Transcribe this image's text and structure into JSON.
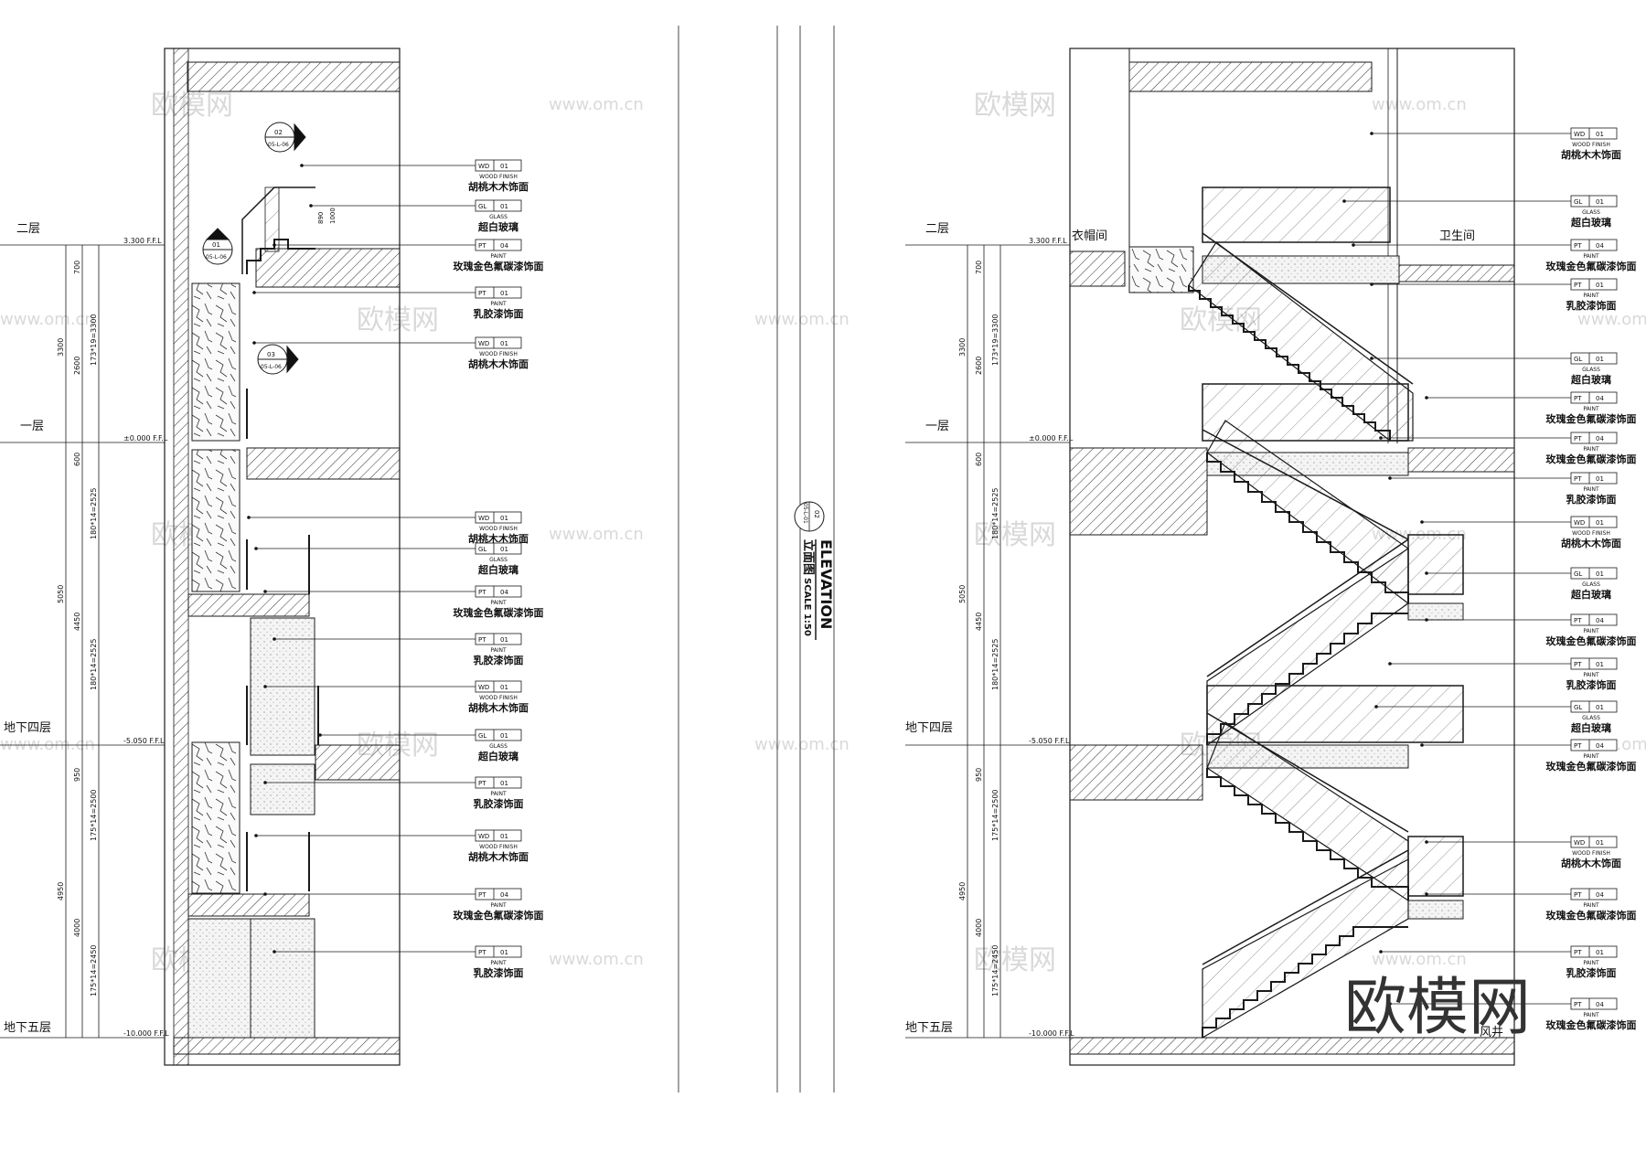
{
  "levels": [
    {
      "name": "二层",
      "elev": "3.300 F.F.L"
    },
    {
      "name": "一层",
      "elev": "±0.000 F.F.L"
    },
    {
      "name": "地下四层",
      "elev": "-5.050 F.F.L"
    },
    {
      "name": "地下五层",
      "elev": "-10.000 F.F.L"
    }
  ],
  "dimensions": {
    "outer": [
      "3300",
      "5050",
      "4950"
    ],
    "middle": [
      "700",
      "2600",
      "600",
      "4450",
      "950",
      "4000"
    ],
    "inner": [
      "173*19=3300",
      "180*14=2525",
      "180*14=2525",
      "175*14=2500",
      "175*14=2450"
    ]
  },
  "detail_markers": [
    {
      "num": "02",
      "ref": "05-L-06"
    },
    {
      "num": "01",
      "ref": "05-L-06"
    },
    {
      "num": "03",
      "ref": "05-L-06"
    }
  ],
  "handrail_dims": [
    "890",
    "1000"
  ],
  "rooms": {
    "cloakroom": "衣帽间",
    "bathroom": "卫生间",
    "shaft": "风井"
  },
  "left_callouts": [
    {
      "code": "WD",
      "num": "01",
      "en": "WOOD FINISH",
      "cn": "胡桃木木饰面"
    },
    {
      "code": "GL",
      "num": "01",
      "en": "GLASS",
      "cn": "超白玻璃"
    },
    {
      "code": "PT",
      "num": "04",
      "en": "PAINT",
      "cn": "玫瑰金色氟碳漆饰面"
    },
    {
      "code": "PT",
      "num": "01",
      "en": "PAINT",
      "cn": "乳胶漆饰面"
    },
    {
      "code": "WD",
      "num": "01",
      "en": "WOOD FINISH",
      "cn": "胡桃木木饰面"
    },
    {
      "code": "WD",
      "num": "01",
      "en": "WOOD FINISH",
      "cn": "胡桃木木饰面"
    },
    {
      "code": "GL",
      "num": "01",
      "en": "GLASS",
      "cn": "超白玻璃"
    },
    {
      "code": "PT",
      "num": "04",
      "en": "PAINT",
      "cn": "玫瑰金色氟碳漆饰面"
    },
    {
      "code": "PT",
      "num": "01",
      "en": "PAINT",
      "cn": "乳胶漆饰面"
    },
    {
      "code": "WD",
      "num": "01",
      "en": "WOOD FINISH",
      "cn": "胡桃木木饰面"
    },
    {
      "code": "GL",
      "num": "01",
      "en": "GLASS",
      "cn": "超白玻璃"
    },
    {
      "code": "PT",
      "num": "01",
      "en": "PAINT",
      "cn": "乳胶漆饰面"
    },
    {
      "code": "WD",
      "num": "01",
      "en": "WOOD FINISH",
      "cn": "胡桃木木饰面"
    },
    {
      "code": "PT",
      "num": "04",
      "en": "PAINT",
      "cn": "玫瑰金色氟碳漆饰面"
    },
    {
      "code": "PT",
      "num": "01",
      "en": "PAINT",
      "cn": "乳胶漆饰面"
    }
  ],
  "right_callouts": [
    {
      "code": "WD",
      "num": "01",
      "en": "WOOD FINISH",
      "cn": "胡桃木木饰面"
    },
    {
      "code": "GL",
      "num": "01",
      "en": "GLASS",
      "cn": "超白玻璃"
    },
    {
      "code": "PT",
      "num": "04",
      "en": "PAINT",
      "cn": "玫瑰金色氟碳漆饰面"
    },
    {
      "code": "PT",
      "num": "01",
      "en": "PAINT",
      "cn": "乳胶漆饰面"
    },
    {
      "code": "GL",
      "num": "01",
      "en": "GLASS",
      "cn": "超白玻璃"
    },
    {
      "code": "PT",
      "num": "04",
      "en": "PAINT",
      "cn": "玫瑰金色氟碳漆饰面"
    },
    {
      "code": "PT",
      "num": "04",
      "en": "PAINT",
      "cn": "玫瑰金色氟碳漆饰面"
    },
    {
      "code": "PT",
      "num": "01",
      "en": "PAINT",
      "cn": "乳胶漆饰面"
    },
    {
      "code": "WD",
      "num": "01",
      "en": "WOOD FINISH",
      "cn": "胡桃木木饰面"
    },
    {
      "code": "GL",
      "num": "01",
      "en": "GLASS",
      "cn": "超白玻璃"
    },
    {
      "code": "PT",
      "num": "04",
      "en": "PAINT",
      "cn": "玫瑰金色氟碳漆饰面"
    },
    {
      "code": "PT",
      "num": "01",
      "en": "PAINT",
      "cn": "乳胶漆饰面"
    },
    {
      "code": "GL",
      "num": "01",
      "en": "GLASS",
      "cn": "超白玻璃"
    },
    {
      "code": "PT",
      "num": "04",
      "en": "PAINT",
      "cn": "玫瑰金色氟碳漆饰面"
    },
    {
      "code": "WD",
      "num": "01",
      "en": "WOOD FINISH",
      "cn": "胡桃木木饰面"
    },
    {
      "code": "PT",
      "num": "04",
      "en": "PAINT",
      "cn": "玫瑰金色氟碳漆饰面"
    },
    {
      "code": "PT",
      "num": "01",
      "en": "PAINT",
      "cn": "乳胶漆饰面"
    },
    {
      "code": "PT",
      "num": "04",
      "en": "PAINT",
      "cn": "玫瑰金色氟碳漆饰面"
    }
  ],
  "title_block": {
    "en": "ELEVATION",
    "cn": "立面图",
    "scale": "SCALE 1:50",
    "num": "02",
    "ref": "05-L-01"
  },
  "watermark": {
    "cn": "欧模网",
    "url": "www.om.cn",
    "big": "欧模网"
  },
  "colors": {
    "line": "#1a1a1a",
    "watermark": "#d9d9d9",
    "concrete": "#f1f1f1"
  }
}
